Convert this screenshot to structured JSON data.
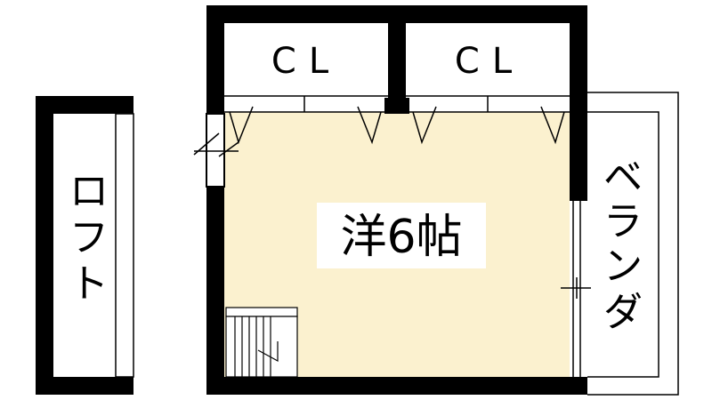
{
  "plan": {
    "closets": [
      "CL",
      "CL"
    ],
    "room": "洋6帖",
    "loft": [
      "ロ",
      "フ",
      "ト"
    ],
    "balcony": [
      "ベ",
      "ラ",
      "ン",
      "ダ"
    ]
  },
  "colors": {
    "wall": "#000000",
    "floor": "#fbf1cf",
    "background": "#ffffff"
  }
}
